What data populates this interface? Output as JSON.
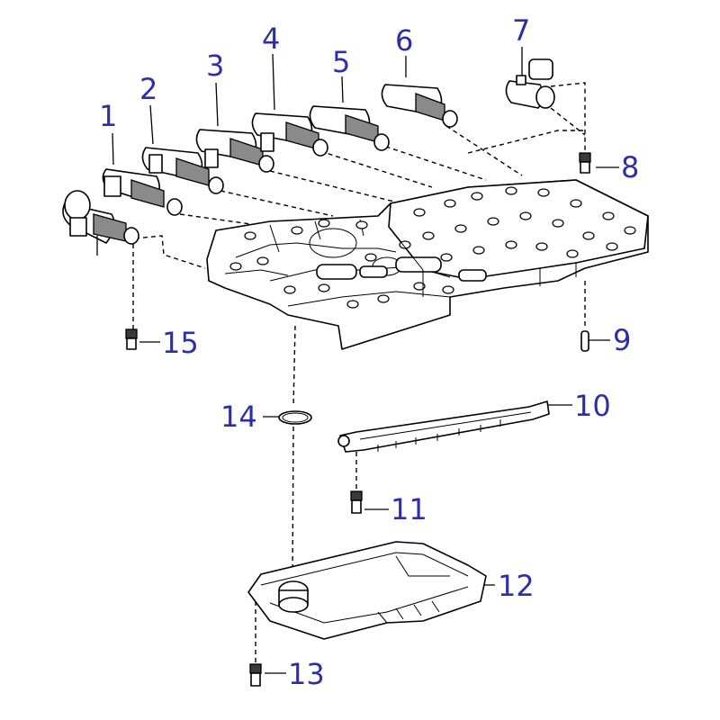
{
  "colors": {
    "callout": "#2b2fa8",
    "line": "#000000",
    "background": "#ffffff"
  },
  "callouts": [
    {
      "id": "1",
      "text": "1"
    },
    {
      "id": "2",
      "text": "2"
    },
    {
      "id": "3",
      "text": "3"
    },
    {
      "id": "4",
      "text": "4"
    },
    {
      "id": "5",
      "text": "5"
    },
    {
      "id": "6",
      "text": "6"
    },
    {
      "id": "7",
      "text": "7"
    },
    {
      "id": "8",
      "text": "8"
    },
    {
      "id": "9",
      "text": "9"
    },
    {
      "id": "10",
      "text": "10"
    },
    {
      "id": "11",
      "text": "11"
    },
    {
      "id": "12",
      "text": "12"
    },
    {
      "id": "13",
      "text": "13"
    },
    {
      "id": "14",
      "text": "14"
    },
    {
      "id": "15",
      "text": "15"
    }
  ]
}
